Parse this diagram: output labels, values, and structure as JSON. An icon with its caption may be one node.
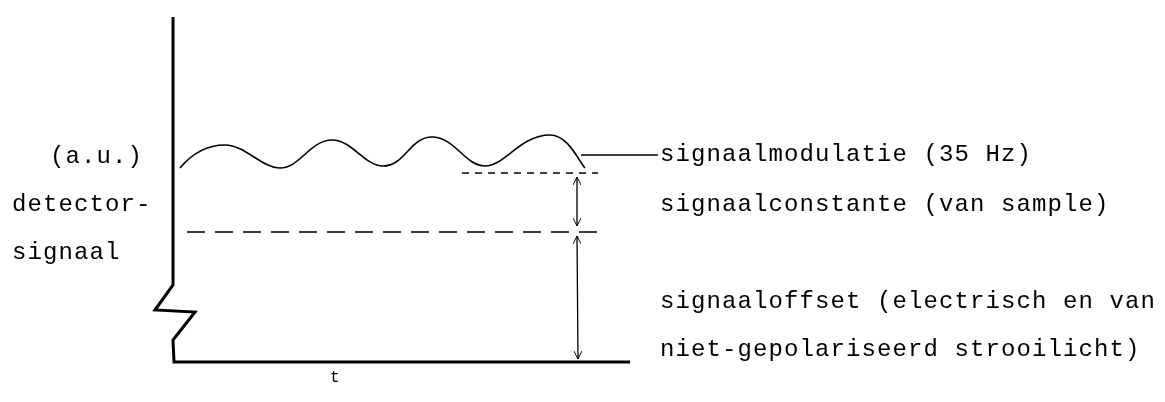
{
  "diagram": {
    "nodes": [
      {
        "text": [],
        "shape": "curve"
      },
      {
        "text": [
          "signaalmodulatie (35 Hz)"
        ]
      }
    ],
    "edges": [
      {
        "from": 1,
        "to": 0,
        "arrow": "none"
      }
    ],
    "labels": [
      "(a.u.)",
      "signaalconstante (van sample)",
      "detector- signaal",
      "signaaloffset (electrisch en van niet-gepolariseerd strooilicht)",
      "t"
    ]
  }
}
